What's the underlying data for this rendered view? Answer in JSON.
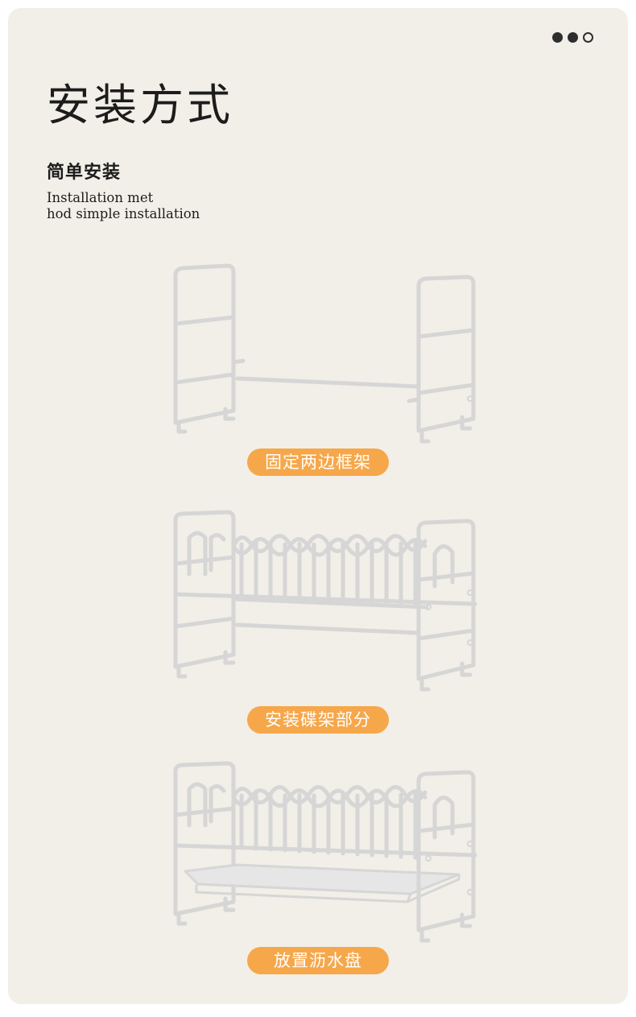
{
  "header": {
    "title": "安装方式",
    "subtitle": "简单安装",
    "description_line1": "Installation met",
    "description_line2": "hod simple installation"
  },
  "pagination": {
    "total": 3,
    "current": 3
  },
  "steps": [
    {
      "label": "固定两边框架"
    },
    {
      "label": "安装碟架部分"
    },
    {
      "label": "放置沥水盘"
    }
  ],
  "colors": {
    "background": "#f1efe7",
    "accent": "#f6a74a",
    "text": "#1c1c1c",
    "dot": "#2e2e2e",
    "rack": "#d6d6d6"
  }
}
